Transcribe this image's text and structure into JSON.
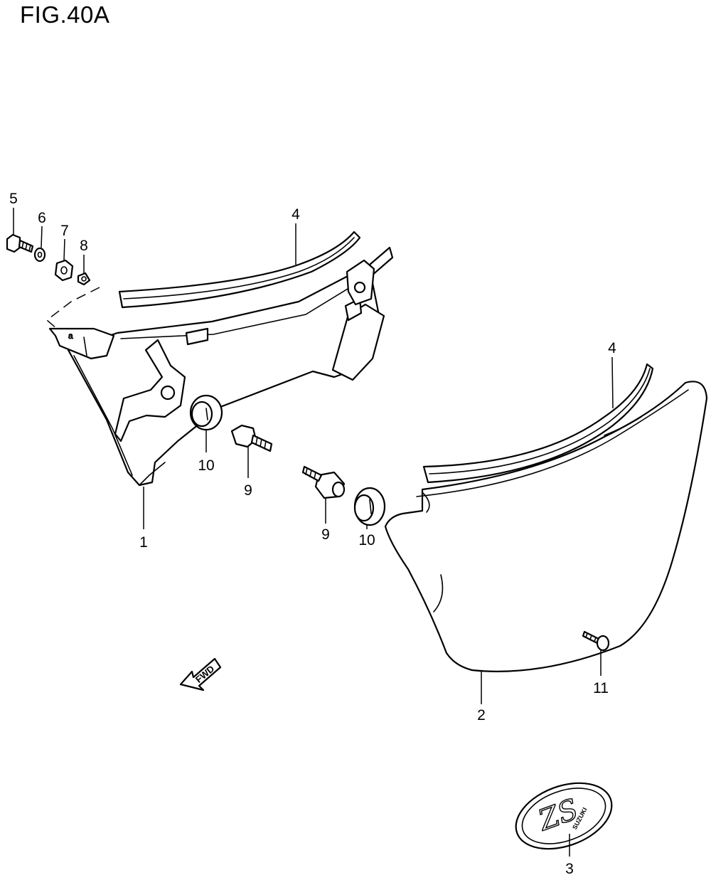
{
  "figure": {
    "title": "FIG.40A"
  },
  "callouts": {
    "c1": "1",
    "c2": "2",
    "c3": "3",
    "c4a": "4",
    "c4b": "4",
    "c5": "5",
    "c6": "6",
    "c7": "7",
    "c8": "8",
    "c9a": "9",
    "c9b": "9",
    "c10a": "10",
    "c10b": "10",
    "c11": "11"
  },
  "direction_marker": {
    "label": "FWD"
  },
  "emblem": {
    "logo_text": "ZS",
    "brand": "SUZUKI"
  }
}
